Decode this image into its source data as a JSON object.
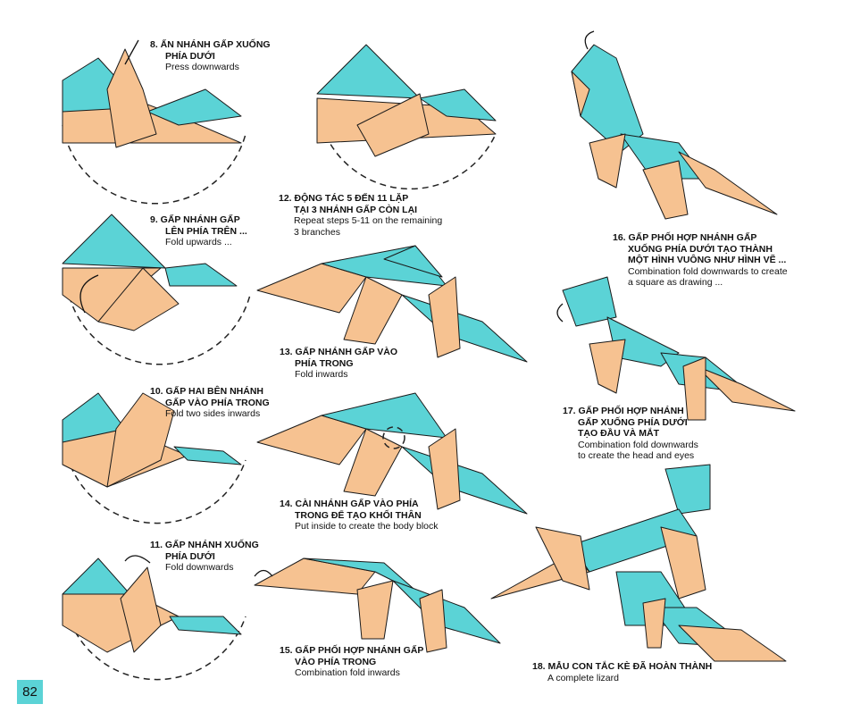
{
  "colors": {
    "teal": "#5bd3d6",
    "peach": "#f6c291"
  },
  "steps": [
    {
      "vn": [
        "8. ẤN NHÁNH GẤP XUỐNG",
        "PHÍA DƯỚI"
      ],
      "en": [
        "Press downwards"
      ]
    },
    {
      "vn": [
        "9. GẤP NHÁNH GẤP",
        "LÊN PHÍA TRÊN ..."
      ],
      "en": [
        "Fold upwards ..."
      ]
    },
    {
      "vn": [
        "10. GẤP HAI BÊN NHÁNH",
        "GẤP VÀO PHÍA TRONG"
      ],
      "en": [
        "Fold two sides inwards"
      ]
    },
    {
      "vn": [
        "11. GẤP NHÁNH XUỐNG",
        "PHÍA DƯỚI"
      ],
      "en": [
        "Fold downwards"
      ]
    },
    {
      "vn": [
        "12. ĐỘNG TÁC 5 ĐẾN 11 LẶP",
        "TẠI 3 NHÁNH GẤP CÒN LẠI"
      ],
      "en": [
        "Repeat steps 5-11 on the remaining",
        "3 branches"
      ]
    },
    {
      "vn": [
        "13. GẤP NHÁNH GẤP VÀO",
        "PHÍA TRONG"
      ],
      "en": [
        "Fold inwards"
      ]
    },
    {
      "vn": [
        "14. CÀI NHÁNH GẤP VÀO PHÍA",
        "TRONG ĐỂ TẠO KHỐI THÂN"
      ],
      "en": [
        "Put inside to create the body block"
      ]
    },
    {
      "vn": [
        "15. GẤP PHỐI HỢP NHÁNH GẤP",
        "VÀO PHÍA TRONG"
      ],
      "en": [
        "Combination fold inwards"
      ]
    },
    {
      "vn": [
        "16. GẤP PHỐI HỢP NHÁNH GẤP",
        "XUỐNG PHÍA DƯỚI TẠO THÀNH",
        "MỘT HÌNH VUÔNG NHƯ HÌNH VẼ ..."
      ],
      "en": [
        "Combination fold downwards to create",
        "a square as drawing ..."
      ]
    },
    {
      "vn": [
        "17. GẤP PHỐI HỢP NHÁNH",
        "GẤP XUỐNG PHÍA DƯỚI",
        "TẠO ĐẦU VÀ MẮT"
      ],
      "en": [
        "Combination fold downwards",
        "to create the head and eyes"
      ]
    },
    {
      "vn": [
        "18. MẪU CON TẮC KÈ ĐÃ HOÀN THÀNH"
      ],
      "en": [
        "A complete lizard"
      ]
    }
  ],
  "page_number": "82"
}
